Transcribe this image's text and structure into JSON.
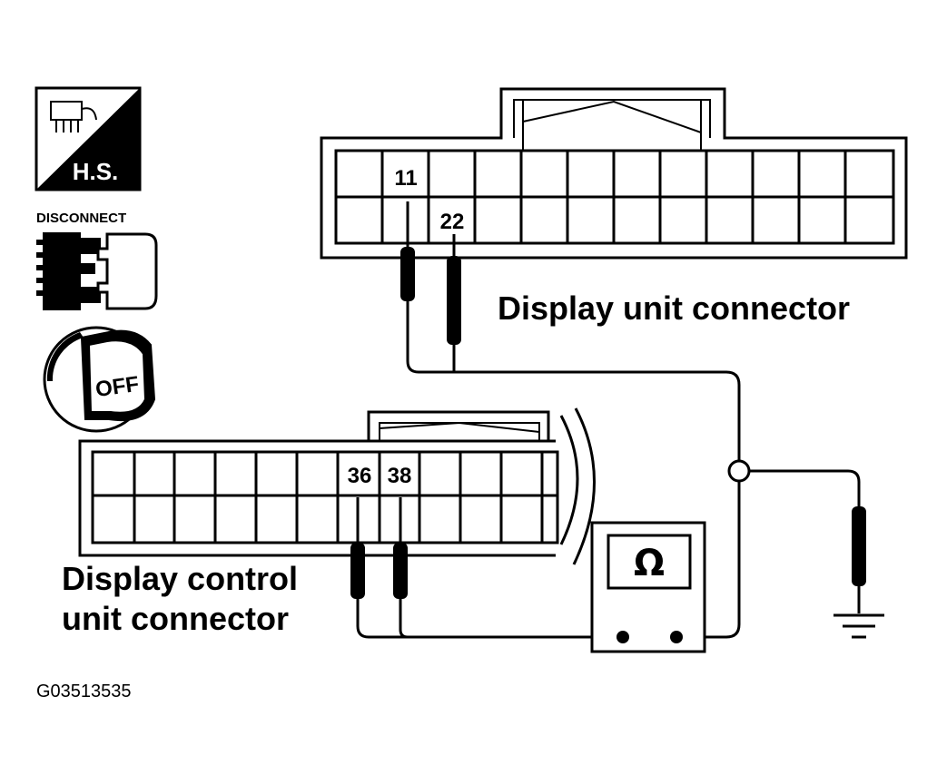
{
  "icons": {
    "hs_label": "H.S.",
    "disconnect_label": "DISCONNECT",
    "off_label": "OFF"
  },
  "display_unit_connector": {
    "label": "Display unit connector",
    "pins": [
      "11",
      "22"
    ]
  },
  "display_control_unit_connector": {
    "label_line1": "Display control",
    "label_line2": "unit connector",
    "pins": [
      "36",
      "38"
    ]
  },
  "meter": {
    "symbol": "Ω"
  },
  "figure_id": "G03513535"
}
